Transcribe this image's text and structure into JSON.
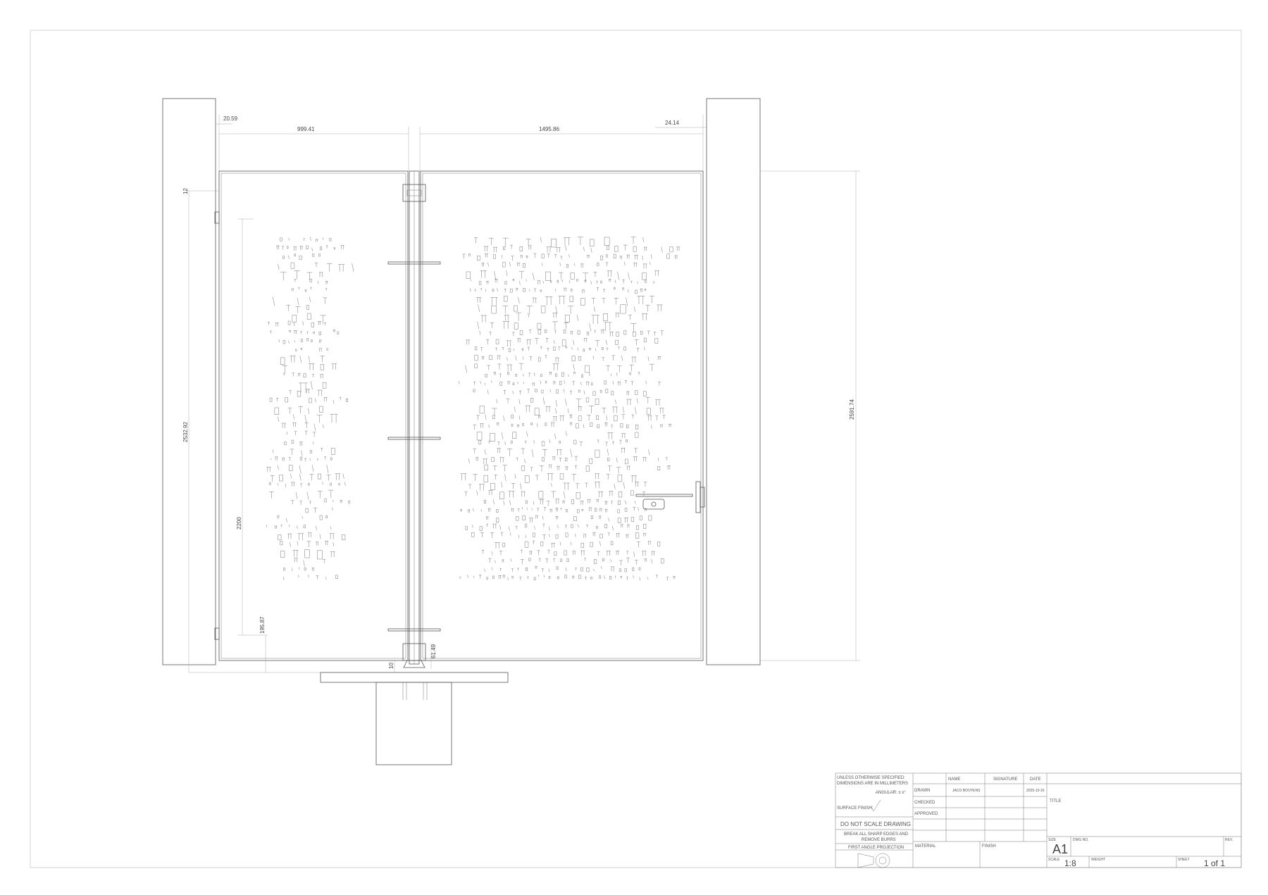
{
  "dimensions": {
    "left_offset": "20.59",
    "left_width": "999.41",
    "right_width": "1495.86",
    "right_offset": "24.14",
    "top_small": "12",
    "left_height": "2532.92",
    "right_height": "2591.74",
    "pattern_height": "2200",
    "bottom_gap": "195.87",
    "hinge_height": "61.49",
    "hinge_small": "10"
  },
  "title_block": {
    "general_note_1": "UNLESS OTHERWISE SPECIFIED:",
    "general_note_2": "DIMENSIONS ARE IN MILLIMETERS",
    "angular": "ANGULAR: ± x°",
    "surface_finish": "SURFACE FINISH:",
    "do_not_scale": "DO NOT SCALE DRAWING",
    "break_edges_1": "BREAK ALL SHARP EDGES AND",
    "break_edges_2": "REMOVE BURRS",
    "projection": "FIRST ANGLE PROJECTION",
    "col_name": "NAME",
    "col_signature": "SIGNATURE",
    "col_date": "DATE",
    "row_drawn": "DRAWN",
    "row_checked": "CHECKED",
    "row_approved": "APPROVED",
    "drawn_name": "JACO BOOYENS",
    "drawn_date": "2025-10-16",
    "title_label": "TITLE",
    "material_label": "MATERIAL",
    "finish_label": "FINISH",
    "size_label": "SIZE",
    "size_value": "A1",
    "dwg_no_label": "DWG NO.",
    "rev_label": "REV.",
    "scale_label": "SCALE",
    "scale_value": "1:8",
    "weight_label": "WEIGHT",
    "sheet_label": "SHEET",
    "sheet_value": "1 of 1"
  }
}
